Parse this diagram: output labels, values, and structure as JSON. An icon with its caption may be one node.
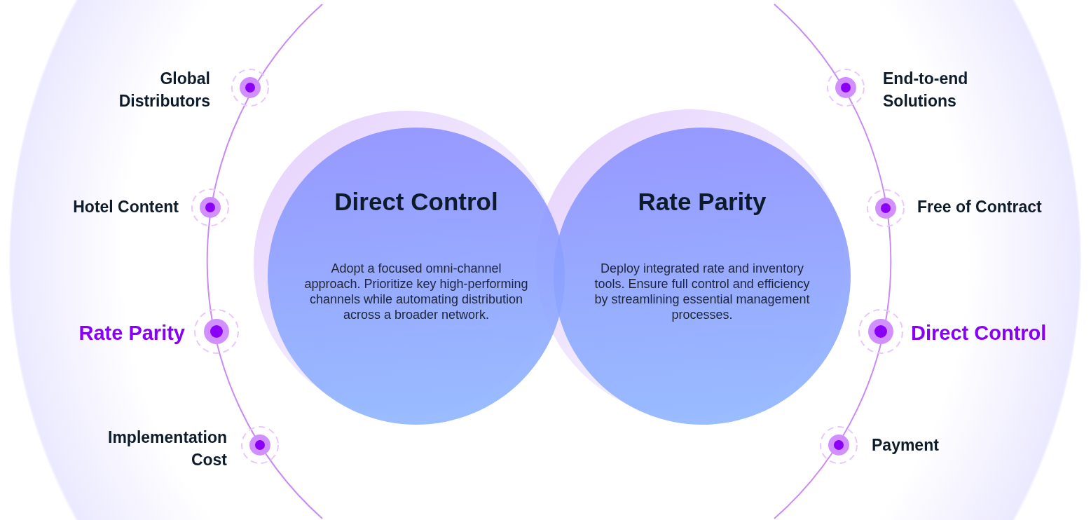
{
  "diagram": {
    "nodes": [
      {
        "text": [
          "Direct Control",
          "Adopt a focused omni-channel approach. Prioritize key high-performing channels while automating distribution across a broader network."
        ]
      },
      {
        "text": [
          "Rate Parity",
          "Deploy integrated rate and inventory tools. Ensure full control and efficiency by streamlining essential management processes."
        ]
      }
    ],
    "edges": [],
    "labels": [
      "Global Distributors",
      "End-to-end Solutions",
      "Hotel Content",
      "Free of Contract",
      "Rate Parity",
      "Direct Control",
      "Implementation Cost",
      "Payment"
    ]
  }
}
